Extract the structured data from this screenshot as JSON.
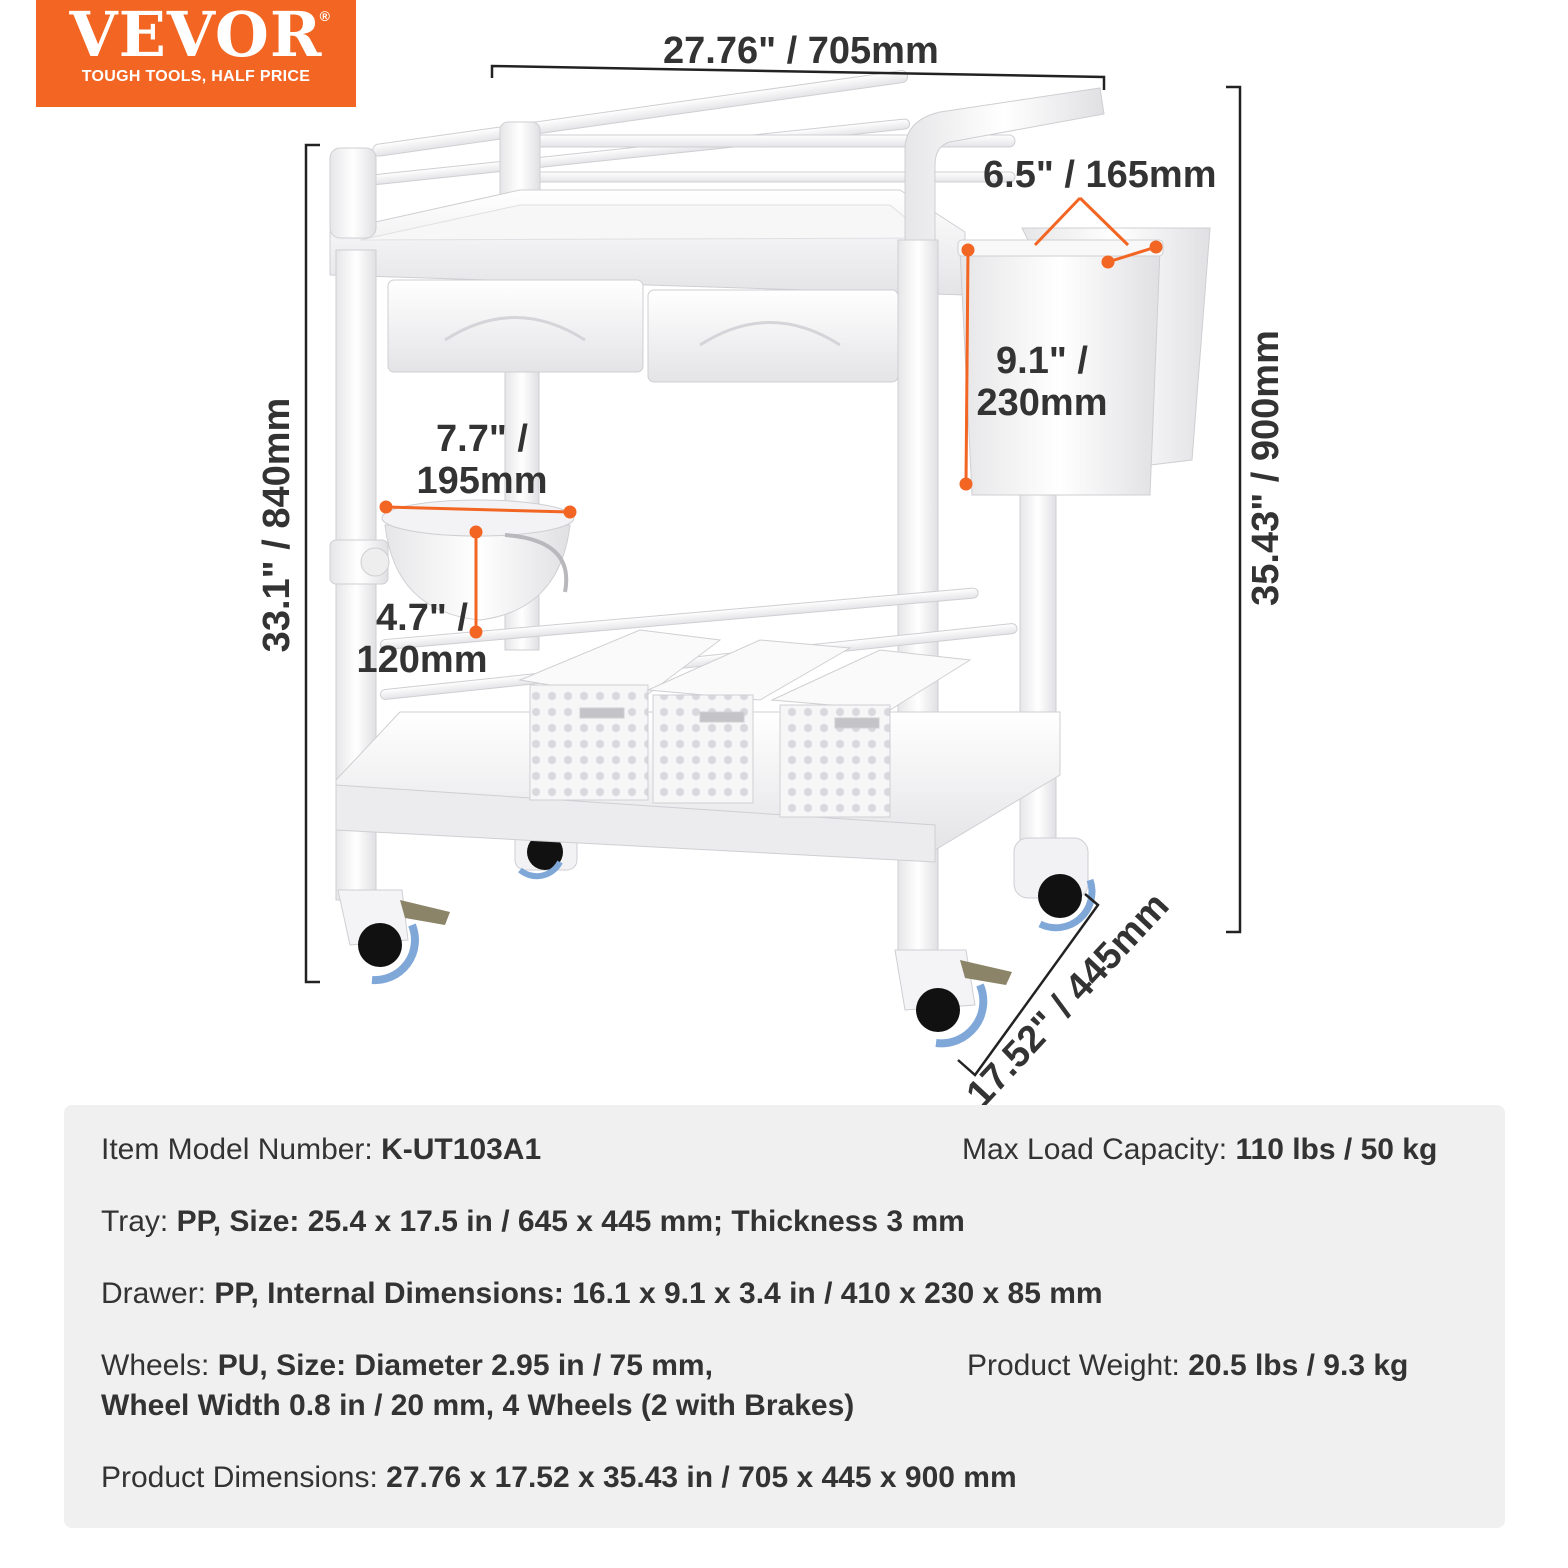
{
  "brand": {
    "name": "VEVOR",
    "registered": "®",
    "tagline": "TOUGH TOOLS, HALF PRICE",
    "color": "#f26522"
  },
  "dimensions": {
    "width": "27.76\" / 705mm",
    "height_total": "35.43\" / 900mm",
    "height_tray": "33.1\" / 840mm",
    "depth": "17.52\" / 445mm",
    "bin_width": "6.5\" / 165mm",
    "bin_height_a": "9.1\" /",
    "bin_height_b": "230mm",
    "bowl_diameter_a": "7.7\" /",
    "bowl_diameter_b": "195mm",
    "bowl_height_a": "4.7\" /",
    "bowl_height_b": "120mm",
    "accent": "#f26522"
  },
  "specs": {
    "model_label": "Item Model Number:",
    "model_value": "K-UT103A1",
    "load_label": "Max Load Capacity:",
    "load_value": "110 lbs / 50 kg",
    "tray_label": "Tray:",
    "tray_value": "PP, Size: 25.4 x 17.5 in / 645 x 445 mm; Thickness 3 mm",
    "drawer_label": "Drawer:",
    "drawer_value": "PP, Internal Dimensions: 16.1 x 9.1 x 3.4 in / 410 x 230 x 85 mm",
    "wheels_label": "Wheels:",
    "wheels_value_1": "PU, Size: Diameter 2.95 in / 75 mm,",
    "wheels_value_2": "Wheel Width 0.8 in / 20 mm, 4 Wheels (2 with Brakes)",
    "weight_label": "Product Weight:",
    "weight_value": "20.5 lbs / 9.3 kg",
    "dims_label": "Product Dimensions:",
    "dims_value": "27.76 x 17.52 x 35.43 in / 705 x 445 x 900 mm"
  }
}
